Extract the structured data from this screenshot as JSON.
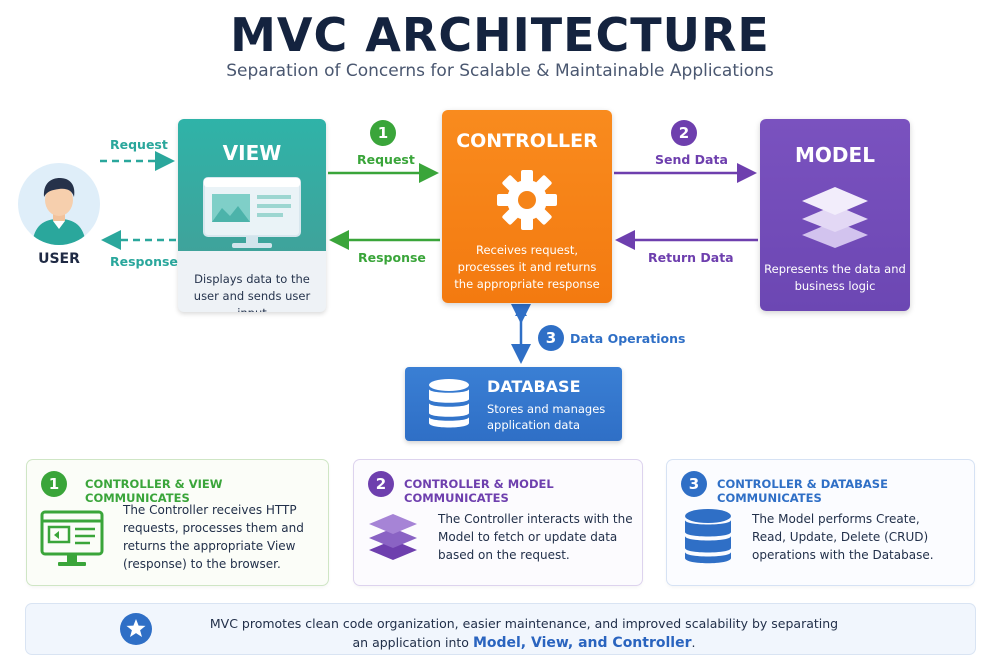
{
  "title": "MVC ARCHITECTURE",
  "subtitle": "Separation of Concerns for Scalable & Maintainable Applications",
  "user": {
    "label": "USER"
  },
  "view": {
    "title": "VIEW",
    "description": "Displays data to the user and sends user input"
  },
  "controller": {
    "title": "CONTROLLER",
    "description": "Receives request, processes it and returns the appropriate response"
  },
  "model": {
    "title": "MODEL",
    "description": "Represents the data and business logic"
  },
  "database": {
    "title": "DATABASE",
    "description": "Stores and manages application data"
  },
  "flows": {
    "user_request": "Request",
    "user_response": "Response",
    "view_request": {
      "step": "1",
      "label": "Request"
    },
    "view_response": "Response",
    "model_send": {
      "step": "2",
      "label": "Send Data"
    },
    "model_return": "Return Data",
    "database_ops": {
      "step": "3",
      "label": "Data Operations"
    }
  },
  "cards": [
    {
      "step": "1",
      "title": "CONTROLLER & VIEW COMMUNICATES",
      "text": "The Controller receives HTTP requests, processes them and returns the appropriate View (response) to the browser.",
      "icon": "monitor-icon",
      "color": "#3aa53a"
    },
    {
      "step": "2",
      "title": "CONTROLLER & MODEL COMMUNICATES",
      "text": "The Controller interacts with the Model to fetch or update data based on the request.",
      "icon": "layers-icon",
      "color": "#6e3fae"
    },
    {
      "step": "3",
      "title": "CONTROLLER & DATABASE COMMUNICATES",
      "text": "The Model performs Create, Read, Update, Delete (CRUD) operations with the Database.",
      "icon": "database-icon",
      "color": "#2f6fc6"
    }
  ],
  "summary": {
    "text_line1": "MVC promotes clean code organization, easier maintenance, and improved scalability by separating",
    "text_line2_prefix": "an application into",
    "highlight": "Model, View, and Controller",
    "suffix": "."
  },
  "colors": {
    "teal": "#2aa79c",
    "green": "#3aa53a",
    "orange": "#f37a10",
    "purple": "#6e3fae",
    "blue": "#2f6fc6",
    "navy": "#14233f"
  }
}
